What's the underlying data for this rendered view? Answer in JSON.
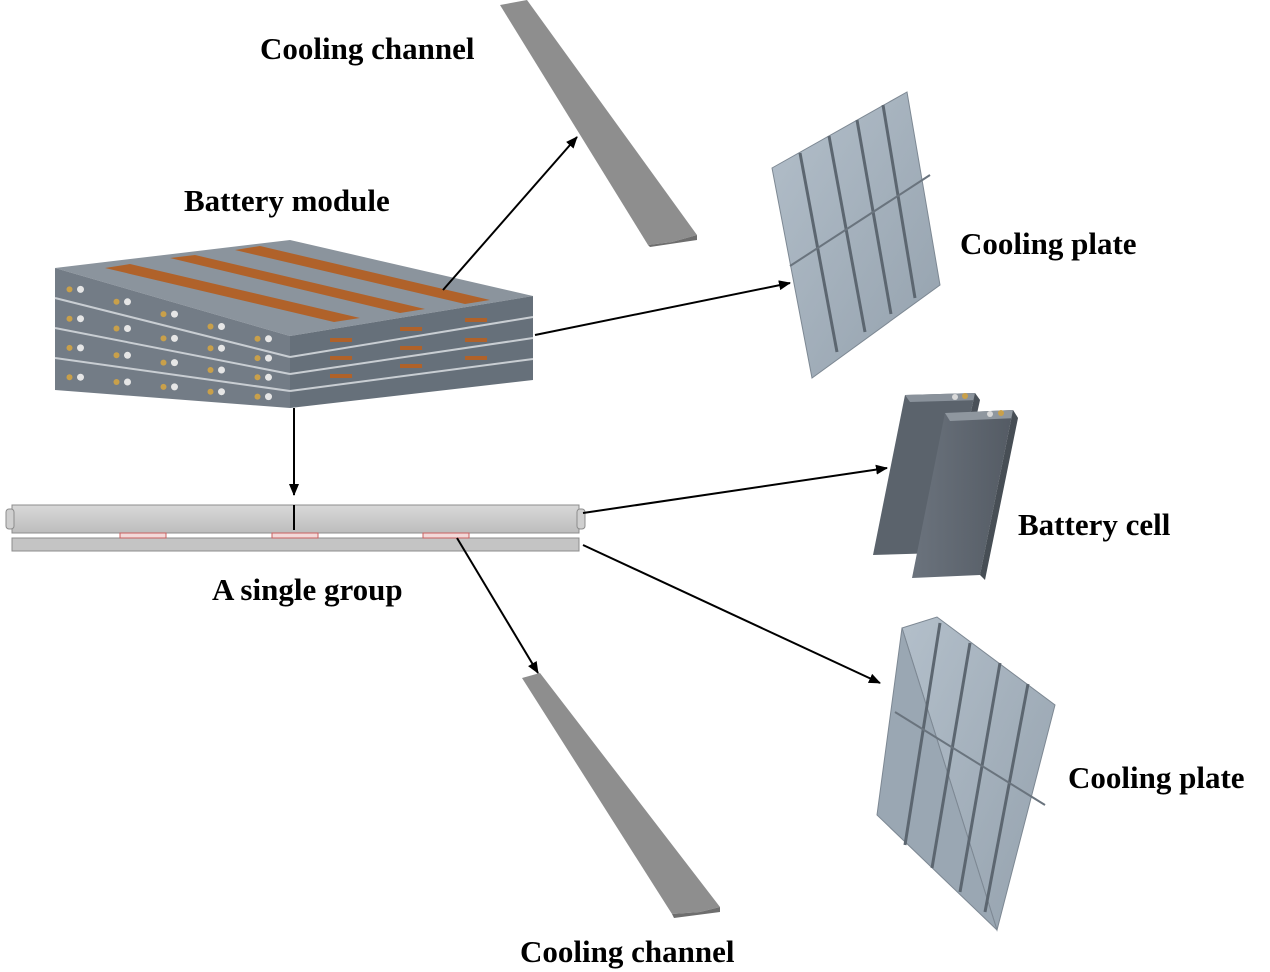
{
  "labels": {
    "cooling_channel_top": "Cooling channel",
    "battery_module": "Battery module",
    "cooling_plate_top": "Cooling plate",
    "battery_cell": "Battery cell",
    "single_group": "A single group",
    "cooling_plate_bottom": "Cooling plate",
    "cooling_channel_bottom": "Cooling channel"
  },
  "colors": {
    "channel": "#8c8c8c",
    "plate": "#a3b0bc",
    "plate_groove": "#5c6670",
    "module_side": "#6f7882",
    "module_top": "#8a939c",
    "copper": "#b0622a",
    "cell": "#5e6670",
    "arrow": "#000000"
  },
  "icons": {
    "module": "battery-module-icon",
    "group": "single-group-icon",
    "cell": "battery-cell-icon",
    "plate": "cooling-plate-icon",
    "channel": "cooling-channel-icon"
  }
}
